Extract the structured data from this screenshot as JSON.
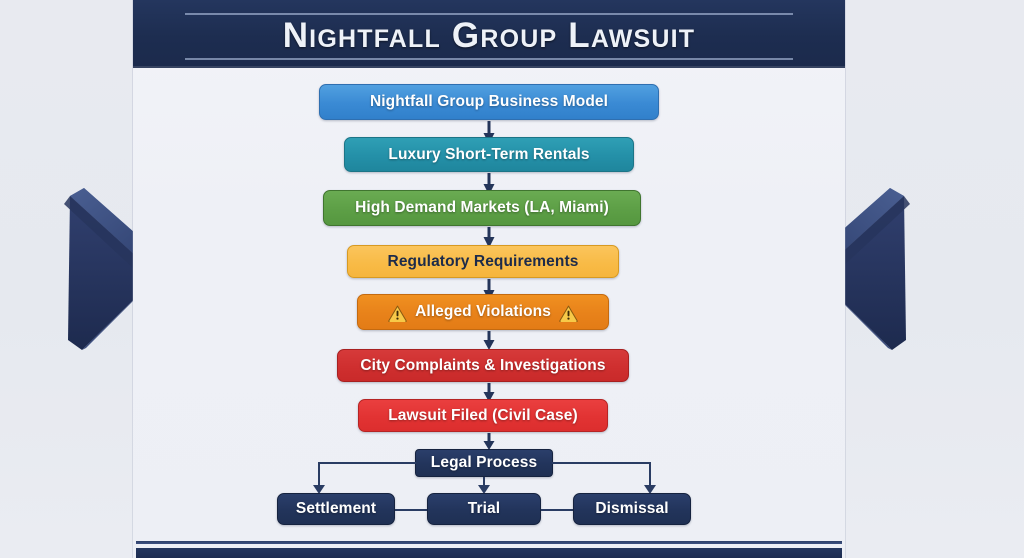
{
  "header": {
    "title": "Nightfall Group Lawsuit"
  },
  "decor": {
    "chevron_left_name": "chevron-right-icon",
    "chevron_right_name": "chevron-left-icon",
    "accent_navy": "#1d2d50",
    "accent_chevron": "#3a4d7d"
  },
  "flow": {
    "nodes": [
      {
        "id": "business-model",
        "label": "Nightfall Group Business Model",
        "color": "#3a8ad4"
      },
      {
        "id": "rentals",
        "label": "Luxury Short-Term Rentals",
        "color": "#2490a8"
      },
      {
        "id": "markets",
        "label": "High Demand Markets (LA, Miami)",
        "color": "#5d9f46"
      },
      {
        "id": "regulatory",
        "label": "Regulatory Requirements",
        "color": "#f8bb47"
      },
      {
        "id": "violations",
        "label": "Alleged Violations",
        "color": "#e8821a"
      },
      {
        "id": "complaints",
        "label": "City Complaints & Investigations",
        "color": "#cf2f2f"
      },
      {
        "id": "lawsuit-filed",
        "label": "Lawsuit Filed (Civil Case)",
        "color": "#e23333"
      },
      {
        "id": "legal-process",
        "label": "Legal Process",
        "color": "#22345b"
      }
    ],
    "outcomes": [
      {
        "id": "settlement",
        "label": "Settlement",
        "color": "#22345b"
      },
      {
        "id": "trial",
        "label": "Trial",
        "color": "#22345b"
      },
      {
        "id": "dismissal",
        "label": "Dismissal",
        "color": "#22345b"
      }
    ],
    "warning_icon": "warning-triangle-icon"
  }
}
